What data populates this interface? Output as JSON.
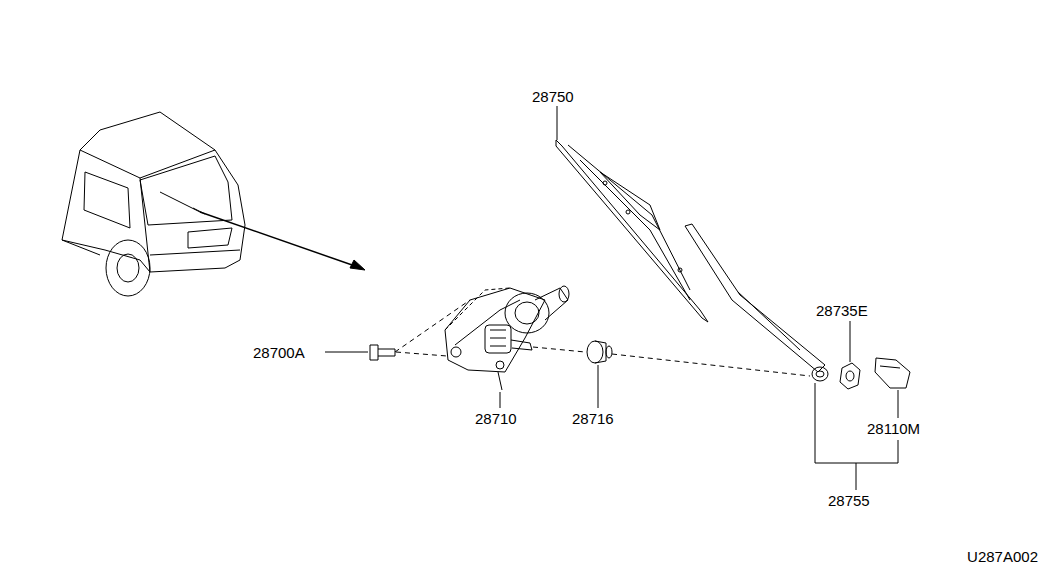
{
  "diagram": {
    "labels": [
      "28750",
      "28735E",
      "28700A",
      "28710",
      "28716",
      "28110M",
      "28755",
      "U287A002"
    ]
  }
}
